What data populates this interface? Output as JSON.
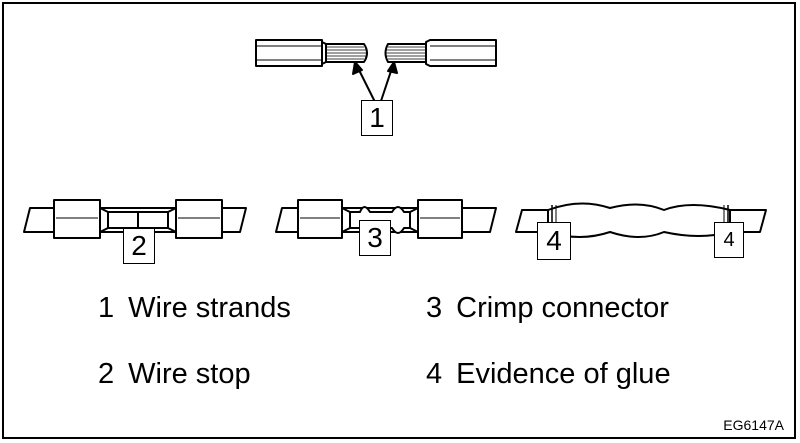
{
  "callouts": {
    "top": "1",
    "left": "2",
    "middle": "3",
    "right_a": "4",
    "right_b": "4"
  },
  "legend": [
    {
      "num": "1",
      "text": "Wire strands"
    },
    {
      "num": "2",
      "text": "Wire stop"
    },
    {
      "num": "3",
      "text": "Crimp connector"
    },
    {
      "num": "4",
      "text": "Evidence of glue"
    }
  ],
  "figure_code": "EG6147A"
}
